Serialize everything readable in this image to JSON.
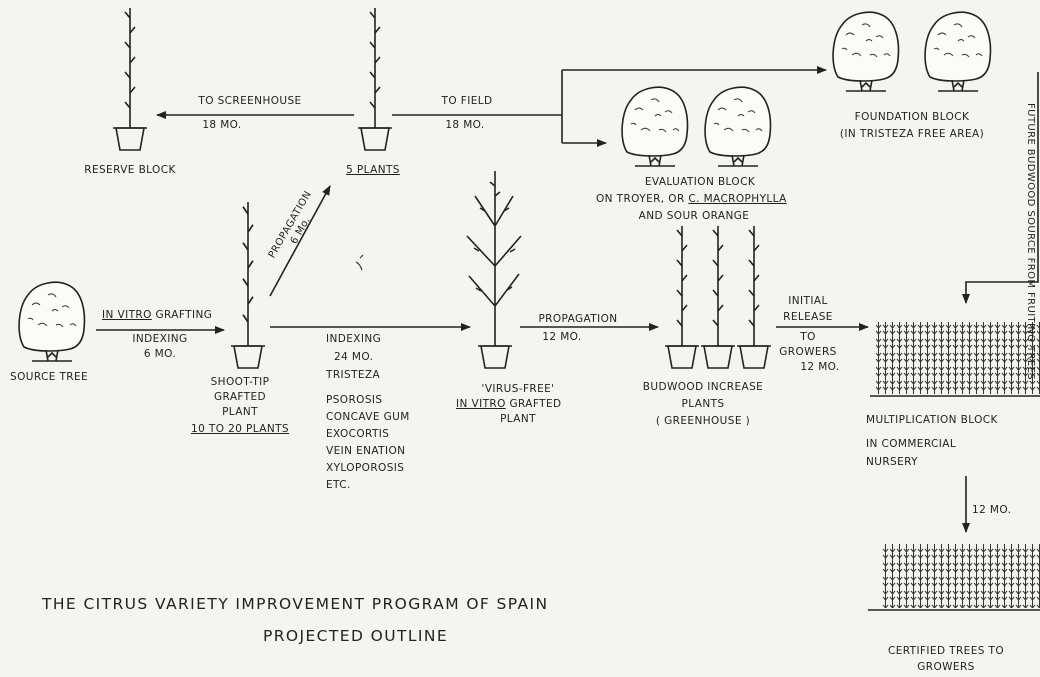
{
  "title": {
    "line1": "THE CITRUS VARIETY IMPROVEMENT PROGRAM OF SPAIN",
    "line2": "PROJECTED OUTLINE"
  },
  "nodes": {
    "source_tree": "SOURCE TREE",
    "shoot_tip": [
      "SHOOT-TIP",
      "GRAFTED",
      "PLANT",
      "10 To 20 PLANTS"
    ],
    "reserve_block": "RESERVE BLOCK",
    "five_plants": "5 PLANTS",
    "virus_free": [
      "'VIRUS-FREE'",
      "IN VITRO",
      "GRAFTED",
      "PLANT"
    ],
    "budwood": [
      "BUDWOOD INCREASE",
      "PLANTS",
      "( GREENHOUSE )"
    ],
    "evaluation": [
      "EVALUATION  BLOCK",
      "ON TROYER, OR",
      "C. MACROPHYLLA",
      "AND SOUR ORANGE"
    ],
    "foundation": [
      "FOUNDATION   BLOCK",
      "(IN TRISTEZA FREE AREA)"
    ],
    "multiplication": [
      "MULTIPLICATION  BLOCK",
      "IN COMMERCIAL",
      "NURSERY"
    ],
    "certified": [
      "CERTIFIED TREES TO",
      "GROWERS"
    ]
  },
  "edges": {
    "in_vitro_grafting": [
      "IN VITRO",
      " GRAFTING",
      "INDEXING",
      "6 Mo."
    ],
    "to_screenhouse": [
      "To  SCREENHOUSE",
      "18 Mo."
    ],
    "to_field": [
      "To  FIELD",
      "18 Mo."
    ],
    "propagation_6": [
      "PROPAGATION",
      "6 Mo."
    ],
    "indexing_24": [
      "INDEXING",
      "24 Mo.",
      "TRISTEZA"
    ],
    "diseases": [
      "PSOROSIS",
      "CONCAVE GUM",
      "EXOCORTIS",
      "VEIN ENATION",
      "XYLOPOROSIS",
      "ETC."
    ],
    "propagation_12": [
      "PROPAGATION",
      "12 Mo."
    ],
    "initial_release": [
      "INITIAL",
      "RELEASE",
      "To",
      "GROWERS",
      "12 Mo."
    ],
    "future_budwood": "FUTURE BUDWOOD SOURCE FROM FRUITING TREES",
    "twelve_mo": "12 Mo."
  },
  "colors": {
    "ink": "#222222",
    "paper": "#f4f4f1"
  }
}
